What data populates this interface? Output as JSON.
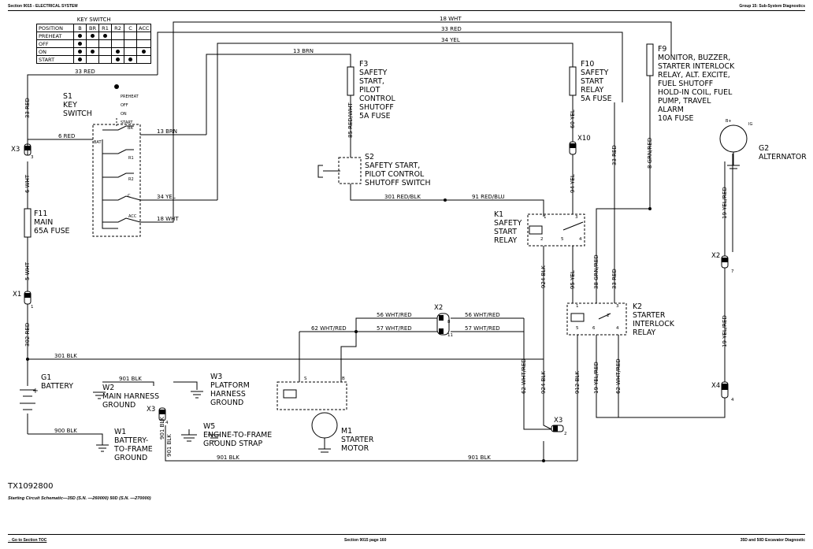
{
  "header": {
    "left": "Section 9015 - ELECTRICAL SYSTEM",
    "right": "Group 15: Sub-System Diagnostics"
  },
  "footer": {
    "left": "←Go to Section TOC",
    "center": "Section 9015 page 160",
    "right": "35D and 50D Excavator Diagnostic"
  },
  "caption": "Starting Circuit Schematic—35D (S.N. —260000) 50D (S.N. —270000)",
  "figure_id": "TX1092800",
  "key_switch_table": {
    "title": "KEY SWITCH",
    "columns": [
      "POSITION",
      "B",
      "BR",
      "R1",
      "R2",
      "C",
      "ACC"
    ],
    "rows": [
      {
        "position": "PREHEAT",
        "dots": [
          true,
          true,
          true,
          false,
          false,
          false
        ]
      },
      {
        "position": "OFF",
        "dots": [
          true,
          false,
          false,
          false,
          false,
          false
        ]
      },
      {
        "position": "ON",
        "dots": [
          true,
          true,
          false,
          true,
          false,
          true
        ]
      },
      {
        "position": "START",
        "dots": [
          true,
          false,
          false,
          true,
          true,
          false
        ]
      }
    ]
  },
  "components": {
    "s1": [
      "S1",
      "KEY",
      "SWITCH"
    ],
    "s1_positions": [
      "PREHEAT",
      "OFF",
      "ON",
      "START"
    ],
    "s1_terms": [
      "BR",
      "BAT",
      "R1",
      "R2",
      "C",
      "ACC"
    ],
    "f3": [
      "F3",
      "SAFETY",
      "START,",
      "PILOT",
      "CONTROL",
      "SHUTOFF",
      "5A FUSE"
    ],
    "f10": [
      "F10",
      "SAFETY",
      "START",
      "RELAY",
      "5A FUSE"
    ],
    "f9": [
      "F9",
      "MONITOR, BUZZER,",
      "STARTER INTERLOCK",
      "RELAY, ALT. EXCITE,",
      "FUEL SHUTOFF",
      "HOLD-IN COIL, FUEL",
      "PUMP, TRAVEL",
      "ALARM",
      "10A FUSE"
    ],
    "s2": [
      "S2",
      "SAFETY START,",
      "PILOT CONTROL",
      "SHUTOFF SWITCH"
    ],
    "k1": [
      "K1",
      "SAFETY",
      "START",
      "RELAY"
    ],
    "k2": [
      "K2",
      "STARTER",
      "INTERLOCK",
      "RELAY"
    ],
    "f11": [
      "F11",
      "MAIN",
      "65A FUSE"
    ],
    "g1": [
      "G1",
      "BATTERY"
    ],
    "g2": [
      "G2",
      "ALTERNATOR"
    ],
    "w1": [
      "W1",
      "BATTERY-",
      "TO-FRAME",
      "GROUND"
    ],
    "w2": [
      "W2",
      "MAIN HARNESS",
      "GROUND"
    ],
    "w3": [
      "W3",
      "PLATFORM",
      "HARNESS",
      "GROUND"
    ],
    "w5": [
      "W5",
      "ENGINE-TO-FRAME",
      "GROUND STRAP"
    ],
    "m1": [
      "M1",
      "STARTER",
      "MOTOR"
    ],
    "g2_terms": [
      "B+",
      "IG"
    ],
    "battery_plus": "+"
  },
  "connectors": {
    "x3_top": "X3",
    "x3_top_pin": "3",
    "x1": "X1",
    "x1_pin": "1",
    "x10": "X10",
    "x2_mid": "X2",
    "x2_mid_pins": [
      "8",
      "11"
    ],
    "x2_right": "X2",
    "x2_right_pin": "7",
    "x3_mid": "X3",
    "x3_mid_pin": "4",
    "x3_bottom": "X3",
    "x3_bottom_pin": "2",
    "x4": "X4",
    "x4_pin": "4"
  },
  "relay_pins": {
    "k1": [
      "1",
      "3",
      "2",
      "5",
      "4"
    ],
    "k2": [
      "1",
      "3",
      "2",
      "5",
      "6",
      "4"
    ],
    "m1": [
      "S",
      "B"
    ]
  },
  "wires_h": {
    "w18wht_top": "18 WHT",
    "w33red_top": "33 RED",
    "w34yel_top": "34 YEL",
    "w13brn_top": "13 BRN",
    "w33red_left": "33 RED",
    "w6red": "6 RED",
    "w13brn_sw": "13 BRN",
    "w34yel_sw": "34 YEL",
    "w18wht_sw": "18 WHT",
    "w301redblk": "301 RED/BLK",
    "w91redblu": "91 RED/BLU",
    "w301blk": "301 BLK",
    "w56_left": "56 WHT/RED",
    "w57_left": "57 WHT/RED",
    "w56_right": "56 WHT/RED",
    "w57_right": "57 WHT/RED",
    "w62whtred": "62 WHT/RED",
    "w901blk_w2": "901 BLK",
    "w900blk": "900 BLK",
    "w901blk_b1": "901 BLK",
    "w901blk_b2": "901 BLK"
  },
  "wires_v": {
    "v33red": "33 RED",
    "v6wht": "6 WHT",
    "v5wht": "5 WHT",
    "v302red": "302 RED",
    "v85redwht": "85 RED/WHT",
    "v60yel": "60 YEL",
    "v94yel": "94 YEL",
    "v33red_r": "33 RED",
    "v8grnred": "8 GRN/RED",
    "v924blk_a": "924 BLK",
    "v95yel": "95 YEL",
    "v38grnred": "38 GRN/RED",
    "v33red_r2": "33 RED",
    "v19yelred_a": "19 YEL/RED",
    "v19yelred_b": "19 YEL/RED",
    "v62whtred": "62 WHT/RED",
    "v924blk_b": "924 BLK",
    "v912blk": "912 BLK",
    "v19yelred_c": "19 YEL/RED",
    "v62whtred_b": "62 WHT/RED",
    "v901blk_x3": "901 BLK",
    "v901blk_x3b": "901 BLK"
  }
}
